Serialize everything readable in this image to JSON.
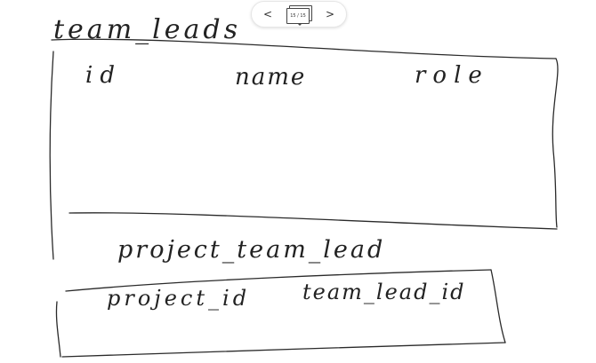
{
  "pager": {
    "prev_icon": "chevron-left-icon",
    "next_icon": "chevron-right-icon",
    "prev_glyph": "<",
    "next_glyph": ">",
    "counter": "15 / 15"
  },
  "whiteboard": {
    "table1": {
      "title": "team_leads",
      "columns": [
        "id",
        "name",
        "role"
      ]
    },
    "table2": {
      "title": "project_team_lead",
      "columns": [
        "project_id",
        "team_lead_id"
      ]
    }
  },
  "colors": {
    "ink": "#2a2a2a",
    "background": "#ffffff"
  }
}
